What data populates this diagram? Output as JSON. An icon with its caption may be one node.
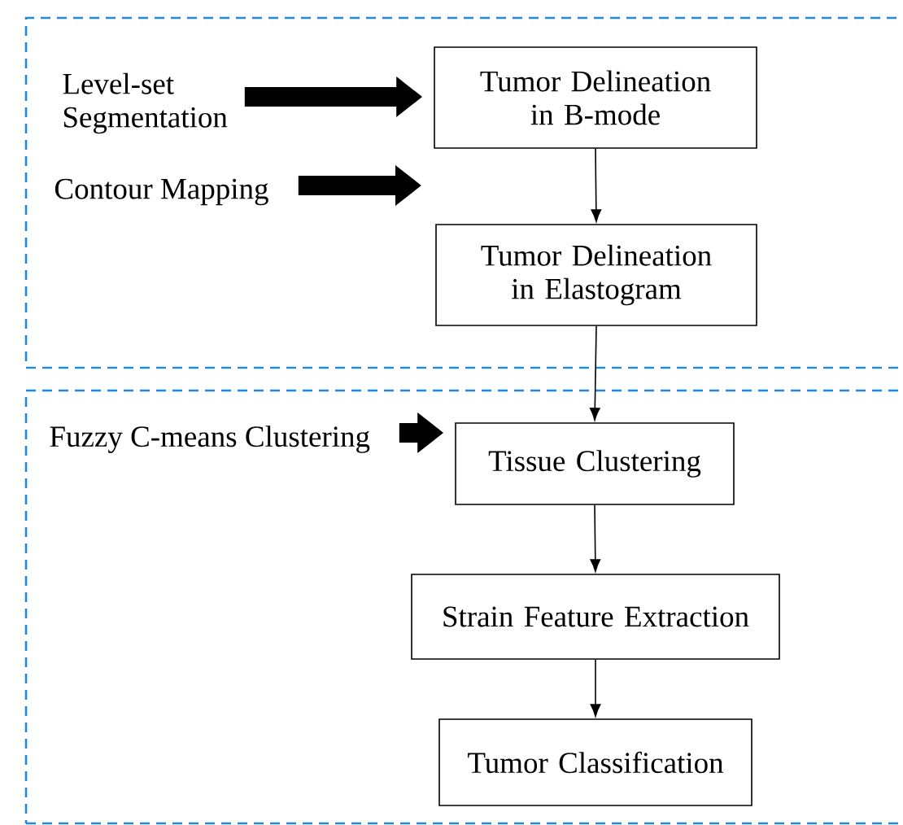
{
  "diagram": {
    "nodes": [
      {
        "text": [],
        "shape": "box"
      },
      {
        "text": [
          "Level-set Segmentation"
        ],
        "in": 0
      },
      {
        "text": [
          "Tumor Delineation in B-mode"
        ],
        "in": 0
      },
      {
        "text": [
          "Contour Mapping"
        ],
        "in": 0
      },
      {
        "text": [
          "Tumor Delineation in Elastogram"
        ],
        "in": 0
      },
      {
        "text": [],
        "shape": "box"
      },
      {
        "text": [
          "Fuzzy C-means Clustering"
        ],
        "in": 5
      },
      {
        "text": [
          "Tissue Clustering"
        ],
        "in": 5
      },
      {
        "text": [
          "Strain Feature Extraction"
        ],
        "in": 5
      },
      {
        "text": [
          "Tumor Classification"
        ],
        "in": 5
      }
    ],
    "edges": [
      {
        "from": 1,
        "to": 2,
        "arrow": "to",
        "style": "thick"
      },
      {
        "from": 2,
        "to": 4,
        "arrow": "to"
      },
      {
        "from": 3,
        "to": null,
        "arrow": "to",
        "style": "thick"
      },
      {
        "from": 4,
        "to": 7,
        "arrow": "to"
      },
      {
        "from": 6,
        "to": 7,
        "arrow": "to",
        "style": "thick"
      },
      {
        "from": 7,
        "to": 8,
        "arrow": "to"
      },
      {
        "from": 8,
        "to": 9,
        "arrow": "to"
      }
    ]
  }
}
